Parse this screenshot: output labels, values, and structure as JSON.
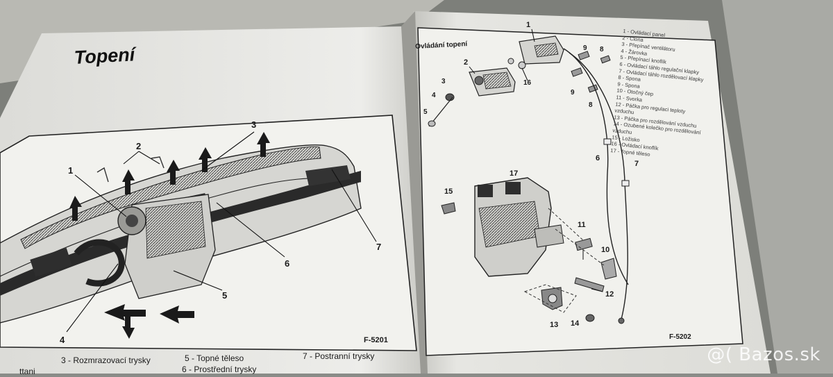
{
  "left_page": {
    "title": "Topení",
    "figure_id": "F-5201",
    "callouts": [
      "1",
      "2",
      "3",
      "4",
      "5",
      "6",
      "7"
    ],
    "captions": [
      "3 - Rozmrazovací trysky",
      "5 - Topné těleso",
      "6 - Prostřední trysky",
      "7 - Postranní trysky"
    ],
    "caption_fragment": "ttani"
  },
  "right_page": {
    "title": "Ovládání topení",
    "figure_id": "F-5202",
    "callouts": [
      "1",
      "2",
      "3",
      "4",
      "5",
      "6",
      "7",
      "8",
      "8",
      "9",
      "9",
      "10",
      "11",
      "12",
      "13",
      "14",
      "15",
      "16",
      "17"
    ],
    "legend": [
      "1 - Ovládací panel",
      "2 - Clona",
      "3 - Přepínač ventilátoru",
      "4 - Žárovka",
      "5 - Přepínací knoflík",
      "6 - Ovládací táhlo regulační klapky",
      "7 - Ovládací táhlo rozdělovací klapky",
      "8 - Spona",
      "9 - Spona",
      "10 - Otočný čep",
      "11 - Svorka",
      "12 - Páčka pro regulaci teploty vzduchu",
      "13 - Páčka pro rozdělování vzduchu",
      "14 - Ozubené kolečko pro rozdělování vzduchu",
      "15 - Ložisko",
      "16 - Ovládací knoflík",
      "17 - Topné těleso"
    ]
  },
  "watermark": "@( Bazos.sk"
}
